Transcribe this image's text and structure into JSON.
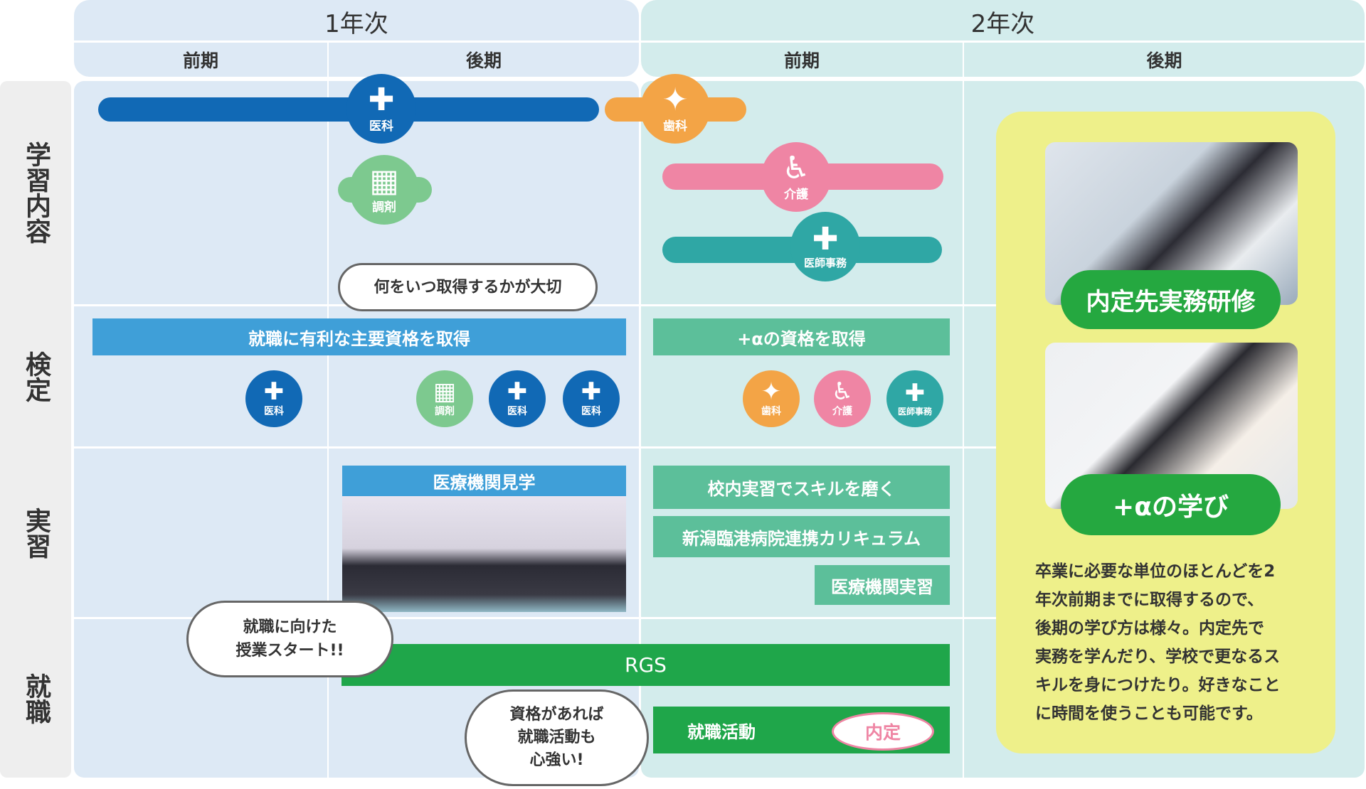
{
  "header": {
    "year1": {
      "label": "1年次",
      "terms": [
        "前期",
        "後期"
      ]
    },
    "year2": {
      "label": "2年次",
      "terms": [
        "前期",
        "後期"
      ]
    }
  },
  "rows": [
    "学習内容",
    "検定",
    "実習",
    "就職"
  ],
  "courses": {
    "medical": "医科",
    "dental": "歯科",
    "pharmacy": "調剤",
    "care": "介護",
    "clerk": "医師事務"
  },
  "bubbles": {
    "timing": "何をいつ取得するかが大切",
    "start_line1": "就職に向けた",
    "start_line2": "授業スタート!!",
    "strong_line1": "資格があれば",
    "strong_line2": "就職活動も",
    "strong_line3": "心強い!"
  },
  "banners": {
    "main_cert": "就職に有利な主要資格を取得",
    "plus_cert": "+αの資格を取得",
    "visit": "医療機関見学",
    "inhouse": "校内実習でスキルを磨く",
    "niigata": "新潟臨港病院連携カリキュラム",
    "clinical": "医療機関実習",
    "rgs": "RGS",
    "job_hunt": "就職活動",
    "offer": "内定"
  },
  "later_box": {
    "pill1": "内定先実務研修",
    "pill2": "+αの学び",
    "lines": [
      "卒業に必要な単位のほとんどを2",
      "年次前期までに取得するので、",
      "後期の学び方は様々。内定先で",
      "実務を学んだり、学校で更なるス",
      "キルを身につけたり。好きなこと",
      "に時間を使うことも可能です。"
    ]
  },
  "colors": {
    "medical": "#1169b5",
    "dental": "#f3a446",
    "pharmacy": "#7dc98f",
    "care": "#ef85a4",
    "clerk": "#2fa7a5",
    "cert_blue": "#3f9fd8",
    "cert_green": "#5cbf9a",
    "rgs": "#1fa64a",
    "yellow": "#eef08a"
  }
}
